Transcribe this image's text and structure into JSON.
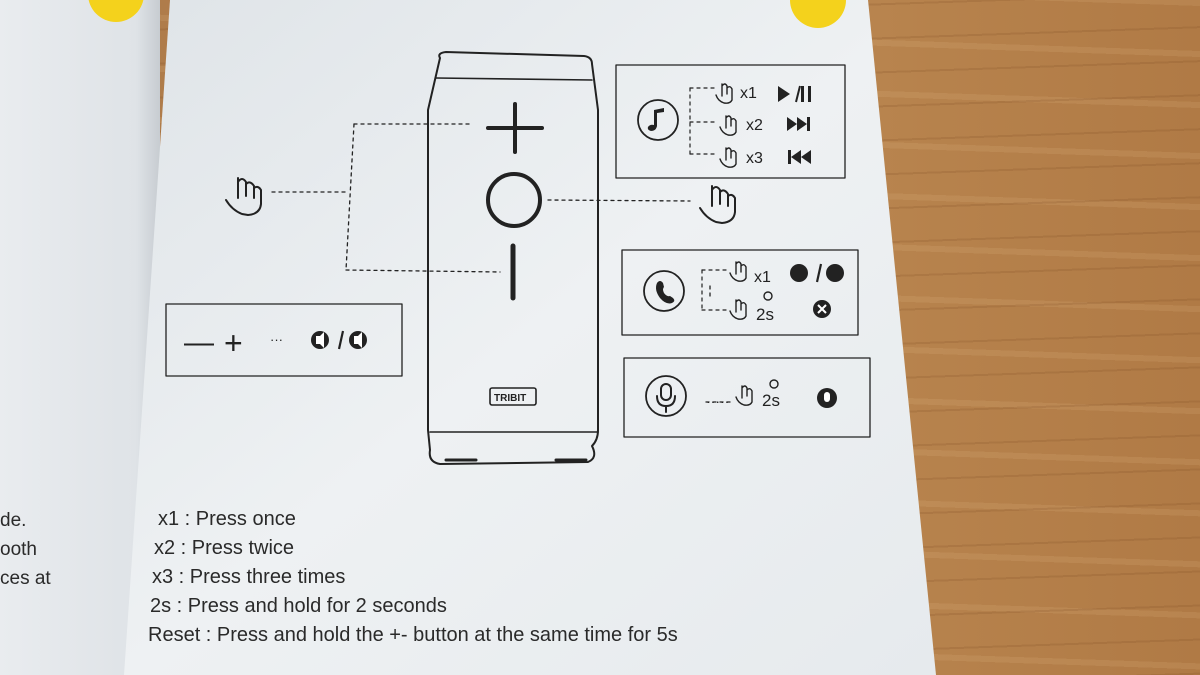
{
  "scene": {
    "description_colors": {
      "paper": "#eceff1",
      "wood": "#b98650",
      "ink": "#222222",
      "accent": "#f4d21c"
    }
  },
  "speaker": {
    "brand": "TRIBIT"
  },
  "music_panel": {
    "icon": "music-note-icon",
    "rows": [
      {
        "press": "x1",
        "action_icon": "play-pause-icon",
        "symbol": "▶/II"
      },
      {
        "press": "x2",
        "action_icon": "next-track-icon",
        "symbol": "⏭"
      },
      {
        "press": "x3",
        "action_icon": "previous-track-icon",
        "symbol": "⏮"
      }
    ]
  },
  "call_panel": {
    "icon": "phone-icon",
    "rows": [
      {
        "press": "x1",
        "action_icon": "answer-hangup-icon"
      },
      {
        "press": "2s",
        "action_icon": "reject-call-icon"
      }
    ]
  },
  "voice_panel": {
    "icon": "microphone-icon",
    "press": "2s",
    "action_icon": "voice-assistant-icon"
  },
  "volume_panel": {
    "minus": "—",
    "plus": "+",
    "dots": "···",
    "action_icon": "volume-down-up-icon"
  },
  "legend": [
    "x1 : Press once",
    "x2 : Press twice",
    "x3 : Press three times",
    "2s : Press and hold for 2 seconds",
    "Reset : Press and hold the +- button at the same time for 5s"
  ],
  "left_page_fragments": [
    "de.",
    "ooth",
    "",
    "ces at"
  ]
}
